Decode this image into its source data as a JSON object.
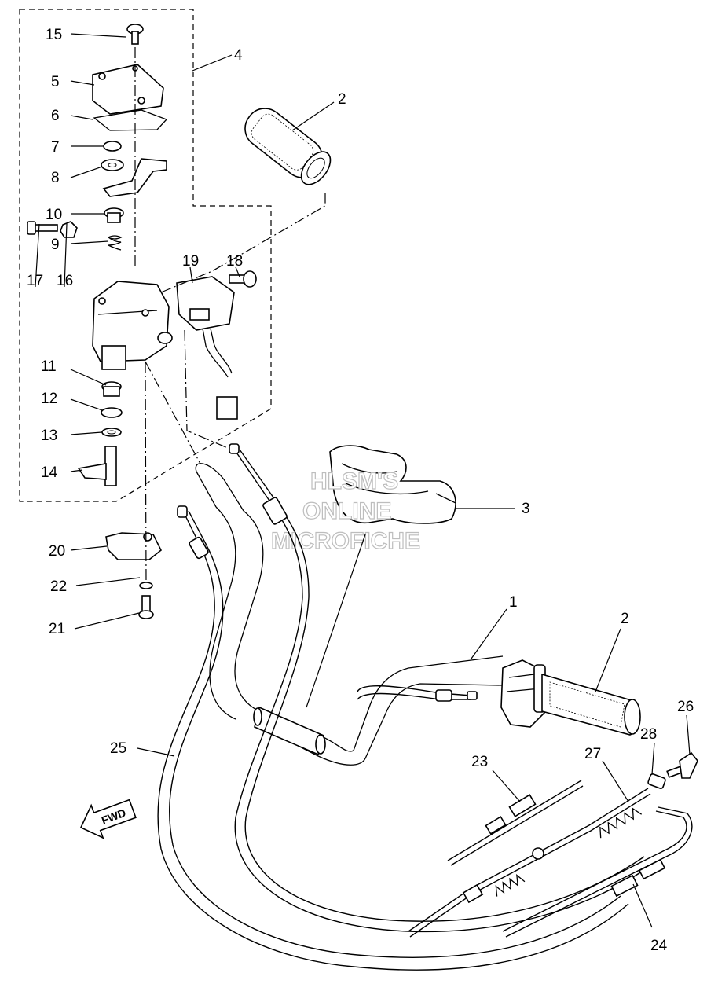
{
  "callouts": [
    {
      "id": "label-1",
      "text": "1"
    },
    {
      "id": "label-2-top",
      "text": "2"
    },
    {
      "id": "label-2-bottom",
      "text": "2"
    },
    {
      "id": "label-3",
      "text": "3"
    },
    {
      "id": "label-4",
      "text": "4"
    },
    {
      "id": "label-5",
      "text": "5"
    },
    {
      "id": "label-6",
      "text": "6"
    },
    {
      "id": "label-7",
      "text": "7"
    },
    {
      "id": "label-8",
      "text": "8"
    },
    {
      "id": "label-9",
      "text": "9"
    },
    {
      "id": "label-10",
      "text": "10"
    },
    {
      "id": "label-11",
      "text": "11"
    },
    {
      "id": "label-12",
      "text": "12"
    },
    {
      "id": "label-13",
      "text": "13"
    },
    {
      "id": "label-14",
      "text": "14"
    },
    {
      "id": "label-15",
      "text": "15"
    },
    {
      "id": "label-16",
      "text": "16"
    },
    {
      "id": "label-17",
      "text": "17"
    },
    {
      "id": "label-18",
      "text": "18"
    },
    {
      "id": "label-19",
      "text": "19"
    },
    {
      "id": "label-20",
      "text": "20"
    },
    {
      "id": "label-21",
      "text": "21"
    },
    {
      "id": "label-22",
      "text": "22"
    },
    {
      "id": "label-23",
      "text": "23"
    },
    {
      "id": "label-24",
      "text": "24"
    },
    {
      "id": "label-25",
      "text": "25"
    },
    {
      "id": "label-26",
      "text": "26"
    },
    {
      "id": "label-27",
      "text": "27"
    },
    {
      "id": "label-28",
      "text": "28"
    }
  ],
  "watermark": {
    "line1": "HLSM'S",
    "line2": "ONLINE",
    "line3": "MICROFICHE"
  },
  "direction_arrow": {
    "text": "FWD",
    "icon": "arrow-icon"
  }
}
